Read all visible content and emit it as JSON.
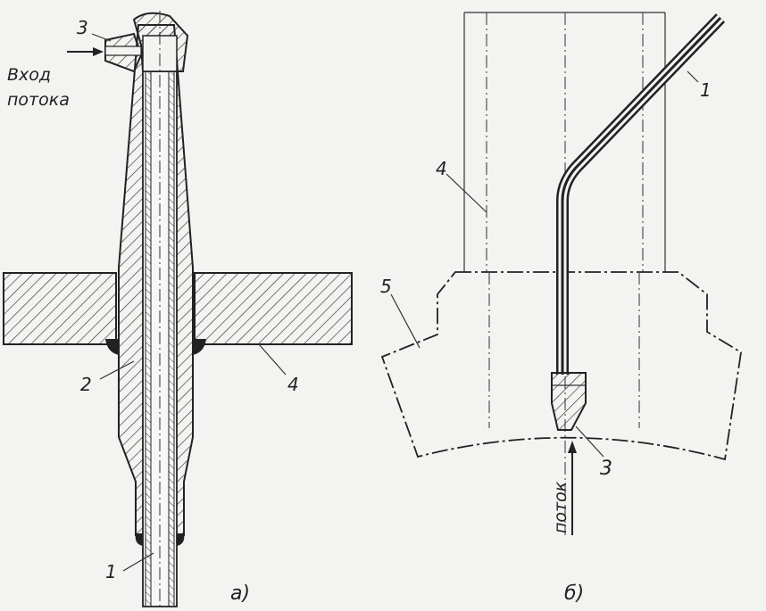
{
  "figure_a": {
    "caption": "а)",
    "inlet_label_line1": "Вход",
    "inlet_label_line2": "потока",
    "callouts": [
      "1",
      "2",
      "3",
      "4"
    ]
  },
  "figure_b": {
    "caption": "б)",
    "flow_label": "поток",
    "callouts": [
      "1",
      "3",
      "4",
      "5"
    ]
  }
}
